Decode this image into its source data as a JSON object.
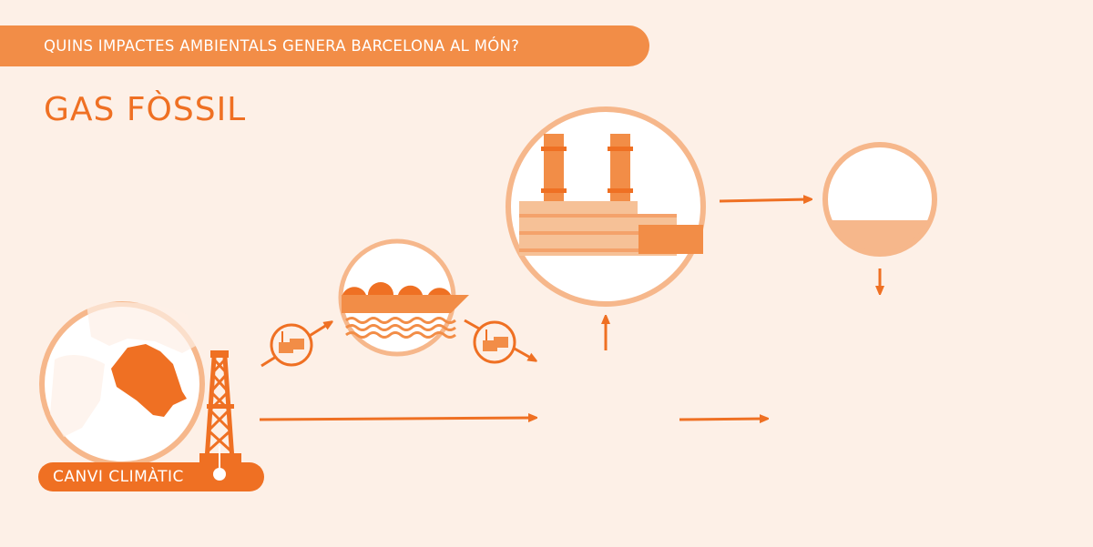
{
  "header": {
    "banner_text": "QUINS IMPACTES AMBIENTALS GENERA BARCELONA AL MÓN?",
    "title": "GAS FÒSSIL"
  },
  "impact_badge": {
    "label": "CANVI CLIMÀTIC",
    "icon": "thermometer-icon"
  },
  "stages": [
    {
      "id": "extraction",
      "icon": "globe-algeria-oil-rig-icon"
    },
    {
      "id": "lng-ship",
      "icon": "lng-tanker-ship-icon"
    },
    {
      "id": "pipeline",
      "icon": "gas-pipeline-icon"
    },
    {
      "id": "power-plant",
      "icon": "power-plant-icon"
    },
    {
      "id": "electric-grid",
      "icon": "electricity-pylon-icon"
    },
    {
      "id": "home-consumption",
      "icon": "home-heating-person-icon"
    }
  ],
  "colors": {
    "background": "#fdf0e7",
    "accent": "#ef7023",
    "accent_mid": "#f28d47",
    "accent_light": "#f6b78b",
    "person": "#2f5470"
  }
}
